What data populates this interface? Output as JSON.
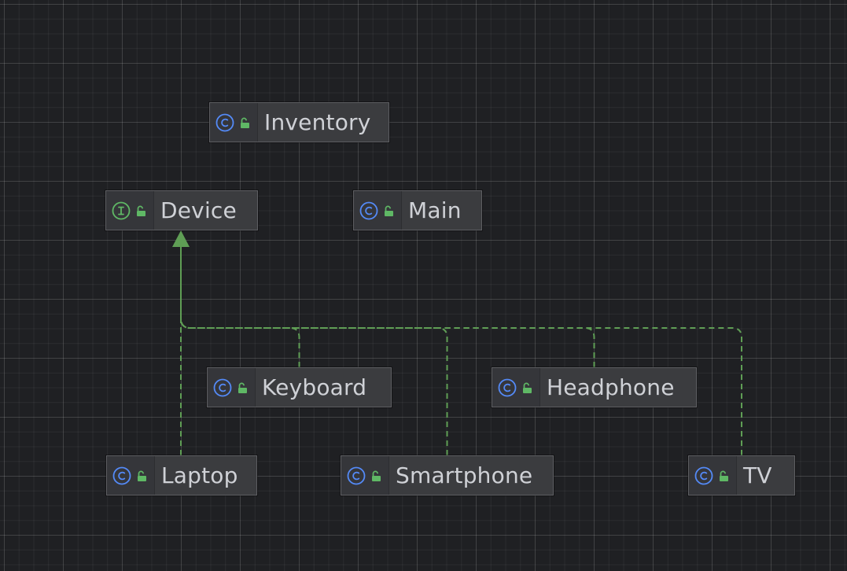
{
  "diagram": {
    "nodes": [
      {
        "id": "inventory",
        "label": "Inventory",
        "kind": "class"
      },
      {
        "id": "device",
        "label": "Device",
        "kind": "interface"
      },
      {
        "id": "main",
        "label": "Main",
        "kind": "class"
      },
      {
        "id": "keyboard",
        "label": "Keyboard",
        "kind": "class"
      },
      {
        "id": "headphone",
        "label": "Headphone",
        "kind": "class"
      },
      {
        "id": "laptop",
        "label": "Laptop",
        "kind": "class"
      },
      {
        "id": "smartphone",
        "label": "Smartphone",
        "kind": "class"
      },
      {
        "id": "tv",
        "label": "TV",
        "kind": "class"
      }
    ],
    "edges": [
      {
        "from": "laptop",
        "to": "device",
        "type": "implements"
      },
      {
        "from": "keyboard",
        "to": "device",
        "type": "implements"
      },
      {
        "from": "smartphone",
        "to": "device",
        "type": "implements"
      },
      {
        "from": "headphone",
        "to": "device",
        "type": "implements"
      },
      {
        "from": "tv",
        "to": "device",
        "type": "implements"
      }
    ],
    "colors": {
      "background": "#1f2023",
      "node_fill": "#3b3c3f",
      "node_border": "#5d5e62",
      "label_text": "#cfd1d6",
      "class_icon": "#548af7",
      "interface_icon": "#5fb865",
      "lock_icon": "#5fb865",
      "edge": "#5f9e55"
    },
    "icons": {
      "class": "class-c-icon",
      "interface": "interface-i-icon",
      "visibility": "unlocked-padlock-icon"
    }
  }
}
